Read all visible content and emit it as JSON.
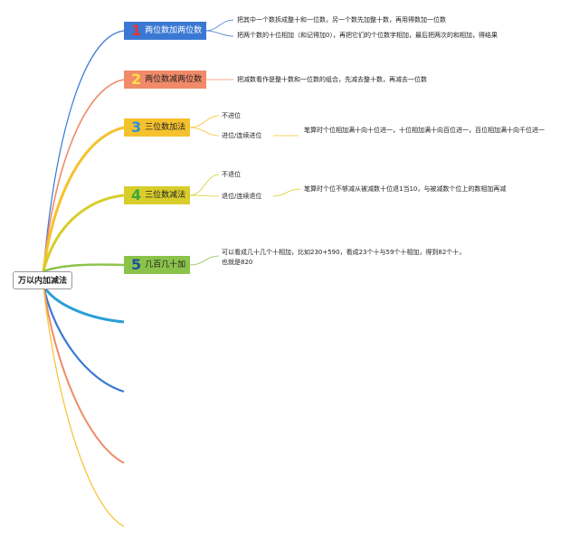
{
  "root": {
    "label": "万以内加减法"
  },
  "branches": [
    {
      "number": "1",
      "title": "两位数加两位数",
      "color": "#3a78d4",
      "num_color": "#e8332c",
      "notes": [
        "把其中一个数拆成整十和一位数，另一个数先加整十数，再用得数加一位数",
        "把两个数的十位相加（和记得加0），再把它们的个位数字相加，最后把两次的和相加，得结果"
      ]
    },
    {
      "number": "2",
      "title": "两位数减两位数",
      "color": "#f08a68",
      "num_color": "#fbe14a",
      "notes": [
        "把减数看作是整十数和一位数的组合，先减去整十数，再减去一位数"
      ]
    },
    {
      "number": "3",
      "title": "三位数加法",
      "color": "#f5c22e",
      "num_color": "#2f8fd8",
      "subs": [
        {
          "label": "不进位"
        },
        {
          "label": "进位/连续进位",
          "note": "笔算时个位相加满十向十位进一，十位相加满十向百位进一，百位相加满十向千位进一"
        }
      ]
    },
    {
      "number": "4",
      "title": "三位数减法",
      "color": "#d8cd2a",
      "num_color": "#3aa83a",
      "subs": [
        {
          "label": "不退位"
        },
        {
          "label": "退位/连续退位",
          "note": "笔算时个位不够减从被减数十位退1当10，与被减数个位上的数相加再减"
        }
      ]
    },
    {
      "number": "5",
      "title": "几百几十加",
      "color": "#8bc34a",
      "num_color": "#1f4fa0",
      "notes": [
        "可以看成几十几个十相加，比如230+590，看成23个十与59个十相加，得到82个十，也就是820"
      ]
    }
  ]
}
